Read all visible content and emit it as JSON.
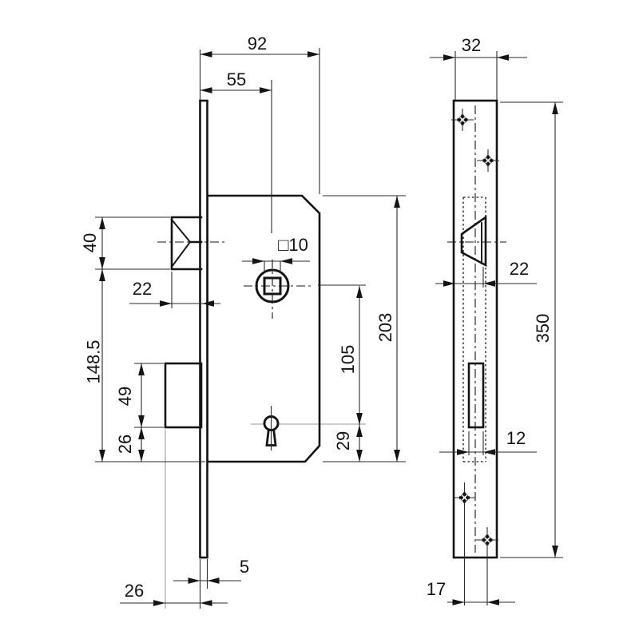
{
  "drawing": {
    "background": "#ffffff",
    "line_color": "#141414",
    "dims": {
      "total_depth": "92",
      "backset": "55",
      "faceplate_width": "32",
      "latch_height": "40",
      "latch_protrusion": "22",
      "lower_height": "148.5",
      "deadbolt_height": "49",
      "deadbolt_to_bottom": "26",
      "spindle_square": "□10",
      "spindle_to_key": "105",
      "key_to_bottom": "29",
      "case_height": "203",
      "faceplate_thickness": "5",
      "deadbolt_throw": "26",
      "latch_width": "22",
      "bolt_slot_width": "12",
      "faceplate_height": "350",
      "screw_spacing": "17"
    }
  }
}
